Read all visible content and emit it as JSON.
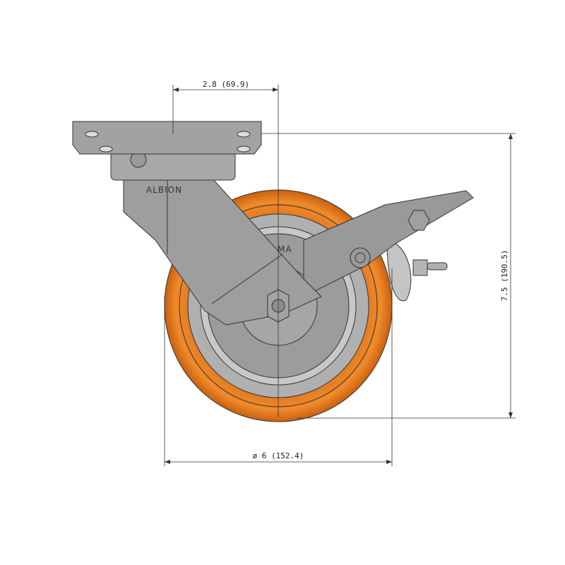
{
  "drawing": {
    "brand_label": "ALBION",
    "partial_label": "MA",
    "dimensions": {
      "offset": "2.8 (69.9)",
      "height": "7.5 (190.5)",
      "diameter": "ø 6 (152.4)"
    },
    "colors": {
      "tread": "#e07a1e",
      "metal": "#a8a8a8",
      "line": "#333333"
    }
  }
}
